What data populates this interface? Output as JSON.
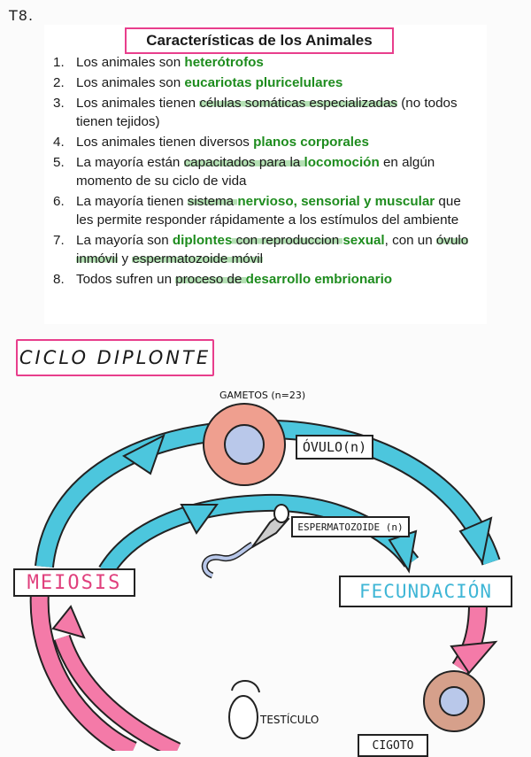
{
  "page_tag": "T8.",
  "title": "Características de los Animales",
  "traits": [
    {
      "num": "1.",
      "parts": [
        {
          "t": "Los animales son "
        },
        {
          "t": "heterótrofos",
          "g": true
        }
      ]
    },
    {
      "num": "2.",
      "parts": [
        {
          "t": "Los animales son "
        },
        {
          "t": "eucariotas pluricelulares",
          "g": true
        }
      ]
    },
    {
      "num": "3.",
      "parts": [
        {
          "t": "Los animales tienen "
        },
        {
          "t": "células somáticas especializadas",
          "hl": true
        },
        {
          "t": " (no todos tienen tejidos)"
        }
      ]
    },
    {
      "num": "4.",
      "parts": [
        {
          "t": "Los animales tienen diversos "
        },
        {
          "t": "planos corporales",
          "g": true
        }
      ]
    },
    {
      "num": "5.",
      "parts": [
        {
          "t": "La mayoría están "
        },
        {
          "t": "capacitados para la ",
          "hl": true
        },
        {
          "t": "locomoción",
          "g": true
        },
        {
          "t": " en algún momento de su ciclo de vida"
        }
      ]
    },
    {
      "num": "6.",
      "parts": [
        {
          "t": "La mayoría tienen "
        },
        {
          "t": "sistema ",
          "hl": true
        },
        {
          "t": "nervioso, sensorial y muscular",
          "g": true
        },
        {
          "t": " que les permite responder rápidamente a los estímulos del ambiente"
        }
      ]
    },
    {
      "num": "7.",
      "parts": [
        {
          "t": "La mayoría son "
        },
        {
          "t": "diplontes",
          "g": true
        },
        {
          "t": " con reproduccion ",
          "hl": true
        },
        {
          "t": "sexual",
          "g": true
        },
        {
          "t": ", con un "
        },
        {
          "t": "óvulo inmóvil",
          "hl": true
        },
        {
          "t": " y "
        },
        {
          "t": "espermatozoide móvil",
          "hl": true
        }
      ]
    },
    {
      "num": "8.",
      "parts": [
        {
          "t": "Todos sufren un "
        },
        {
          "t": "proceso de ",
          "hl": true
        },
        {
          "t": "desarrollo embrionario",
          "g": true
        }
      ]
    }
  ],
  "diagram": {
    "section_title": "CICLO DIPLONTE",
    "gametos": "GAMETOS (n=23)",
    "ovulo": "ÓVULO(n)",
    "espermatozoide": "ESPERMATOZOIDE (n)",
    "meiosis": "MEIOSIS",
    "fecundacion": "FECUNDACIÓN",
    "testiculo": "TESTÍCULO",
    "cigoto": "CIGOTO",
    "colors": {
      "blue": "#4cc6dd",
      "pink": "#f47aa8",
      "ovum_outer": "#ef9f8f",
      "ovum_inner": "#b9c8ea",
      "zygote_outer": "#d6a08b",
      "meiosis_text": "#e0407d",
      "fecundacion_text": "#3fb6d6"
    }
  }
}
